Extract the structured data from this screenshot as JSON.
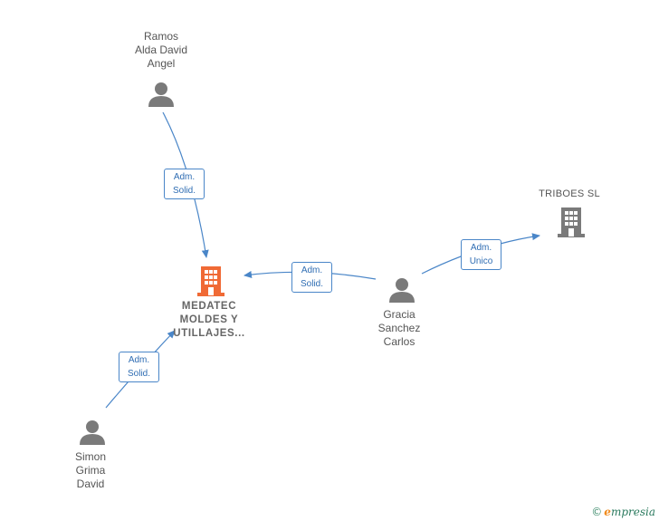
{
  "nodes": {
    "ramos": {
      "label": "Ramos\nAlda David\nAngel"
    },
    "medatec": {
      "label": "MEDATEC\nMOLDES Y\nUTILLAJES..."
    },
    "gracia": {
      "label": "Gracia\nSanchez\nCarlos"
    },
    "triboes": {
      "label": "TRIBOES SL"
    },
    "simon": {
      "label": "Simon\nGrima\nDavid"
    }
  },
  "edges": [
    {
      "label": "Adm.\nSolid."
    },
    {
      "label": "Adm.\nSolid."
    },
    {
      "label": "Adm.\nUnico"
    },
    {
      "label": "Adm.\nSolid."
    }
  ],
  "icons": {
    "person": "person-icon",
    "company_highlight": "building-icon",
    "company": "building-icon"
  },
  "colors": {
    "edge": "#4a86c8",
    "person_icon": "#7a7a7a",
    "company_highlight": "#f06a35",
    "company_icon": "#7a7a7a"
  },
  "footer": {
    "copyright_symbol": "©",
    "brand_initial": "e",
    "brand_rest": "mpresia"
  }
}
